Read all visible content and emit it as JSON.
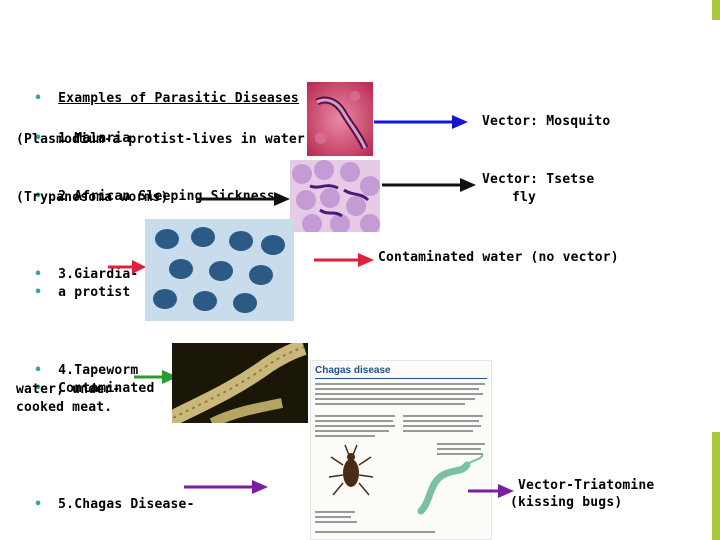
{
  "slide": {
    "heading": "Examples of Parasitic Diseases",
    "bullet": "•",
    "items": [
      {
        "line1": "1.Malaria",
        "line2": "(Plasmodium-a protist-lives in water)",
        "vector": "Vector: Mosquito"
      },
      {
        "line1": "2.African Sleeping Sickness",
        "line2": "(Trypanosoma worms)",
        "vector_line1": "Vector: Tsetse",
        "vector_line2": "fly"
      },
      {
        "line1": "3.Giardia-",
        "line2": "a protist",
        "vector": "Contaminated water (no vector)"
      },
      {
        "line1": "4.Tapeworm",
        "line2": "Contaminated",
        "line3": "water; under-",
        "line4": "cooked meat."
      },
      {
        "line1": "5.Chagas Disease-",
        "vector_line1": "Vector-Triatomine",
        "vector_line2": "(kissing bugs)"
      }
    ],
    "chagas_figure_title": "Chagas disease"
  },
  "colors": {
    "arrow_blue": "#1515d6",
    "arrow_black": "#111111",
    "arrow_red": "#e0203a",
    "arrow_green": "#2e9b2e",
    "arrow_purple": "#7a1fa2",
    "bullet": "#2aa7a7",
    "accent": "#a7c93a"
  }
}
